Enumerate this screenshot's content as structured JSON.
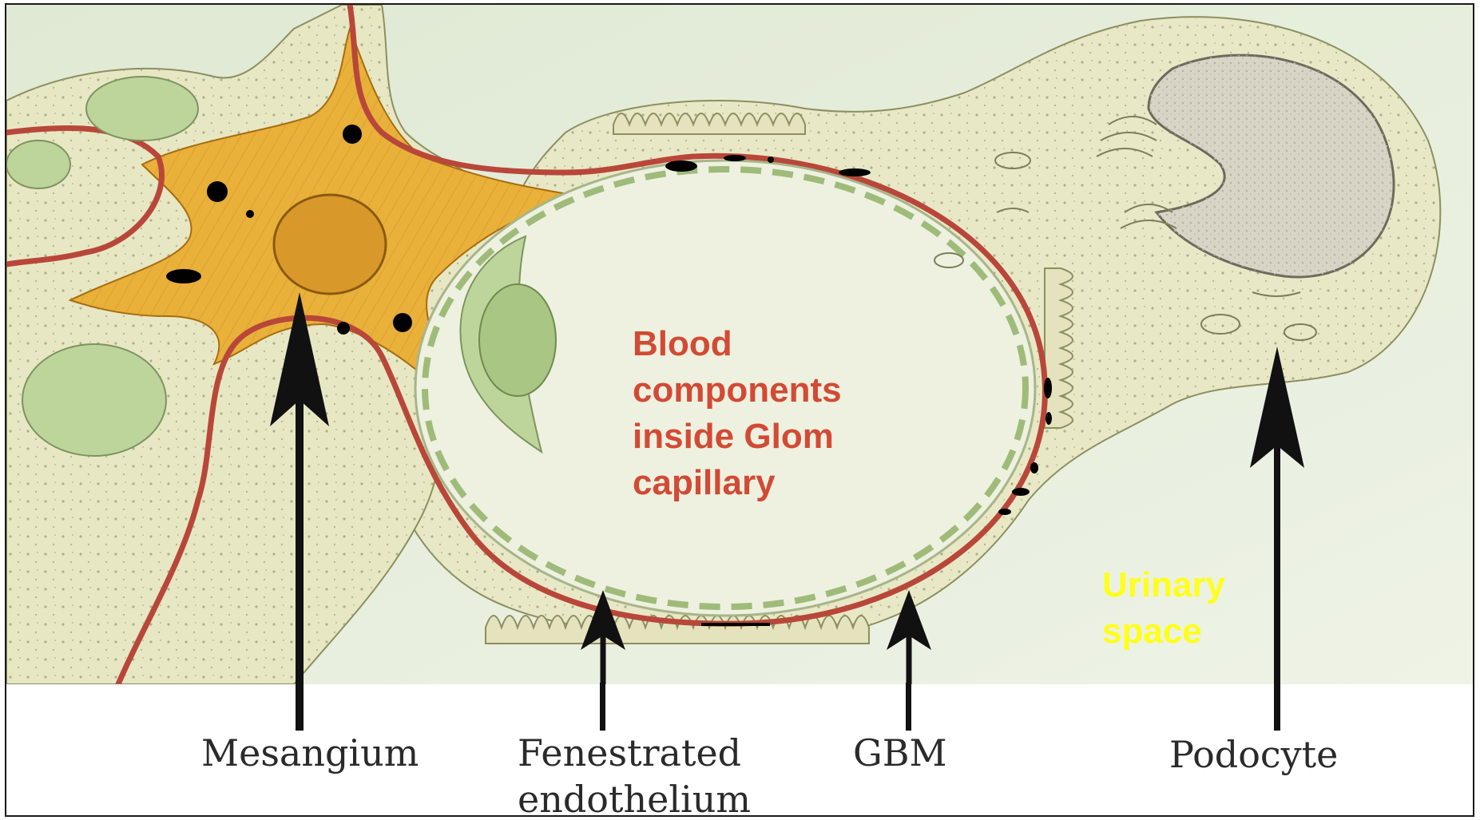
{
  "diagram": {
    "blood_label": [
      "Blood",
      "components",
      "inside Glom",
      "capillary"
    ],
    "urinary_label": [
      "Urinary",
      "space"
    ],
    "labels": {
      "mesangium": "Mesangium",
      "fenestrated_line1": "Fenestrated",
      "fenestrated_line2": "endothelium",
      "gbm": "GBM",
      "podocyte": "Podocyte"
    },
    "colors": {
      "background": "#e6eedc",
      "cytoplasm": "#e9e8c6",
      "mesangium": "#e9b03a",
      "basement_membrane": "#b8473a",
      "endothelial_cell": "#bdd49a",
      "arrow": "#111111",
      "blood_text": "#d24a35",
      "urinary_text": "#ffff1a"
    },
    "icons": [
      "arrow-up-icon"
    ]
  }
}
